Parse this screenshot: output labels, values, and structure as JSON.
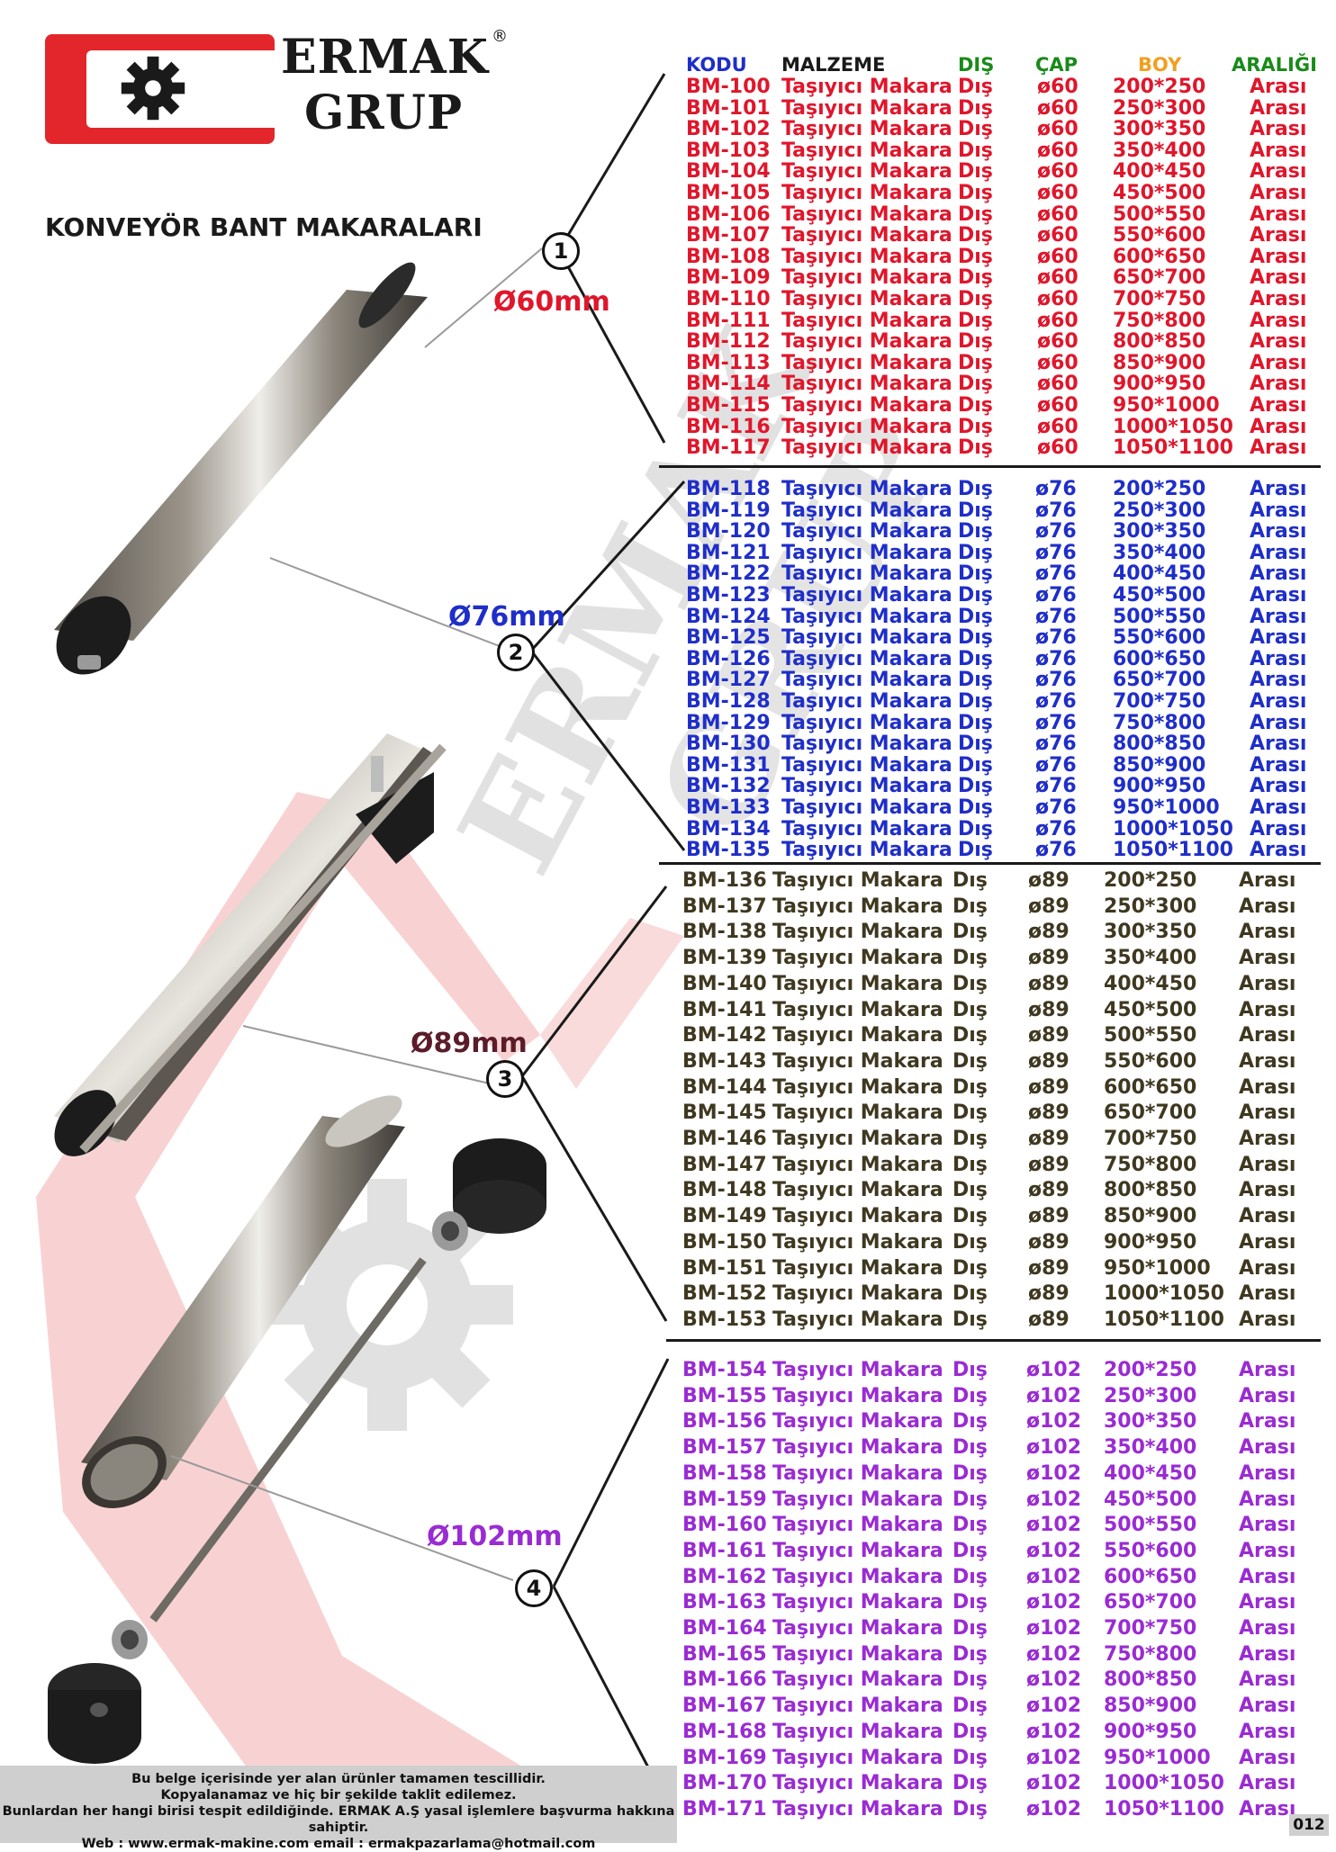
{
  "brand": {
    "line1": "ERMAK",
    "line2": "GRUP",
    "registered": "®"
  },
  "document_title": "KONVEYÖR BANT MAKARALARI",
  "header": {
    "kodu": "KODU",
    "malzeme": "MALZEME",
    "dis": "DIŞ",
    "cap": "ÇAP",
    "boy": "BOY",
    "araligi": "ARALIĞI"
  },
  "colors": {
    "red": "#e0162b",
    "blue": "#1f2ec9",
    "olive": "#3f3820",
    "purple": "#9a2bd3",
    "header_blue": "#1f2ec9",
    "header_green": "#1a8a1a",
    "header_orange": "#f0a020",
    "logo_red": "#e3262b"
  },
  "callouts": [
    {
      "number": "1",
      "diameter": "Ø60mm"
    },
    {
      "number": "2",
      "diameter": "Ø76mm"
    },
    {
      "number": "3",
      "diameter": "Ø89mm"
    },
    {
      "number": "4",
      "diameter": "Ø102mm"
    }
  ],
  "sections": [
    {
      "rows": [
        [
          "BM-100",
          "Taşıyıcı Makara",
          "Dış",
          "ø60",
          "200*250",
          "Arası"
        ],
        [
          "BM-101",
          "Taşıyıcı Makara",
          "Dış",
          "ø60",
          "250*300",
          "Arası"
        ],
        [
          "BM-102",
          "Taşıyıcı Makara",
          "Dış",
          "ø60",
          "300*350",
          "Arası"
        ],
        [
          "BM-103",
          "Taşıyıcı Makara",
          "Dış",
          "ø60",
          "350*400",
          "Arası"
        ],
        [
          "BM-104",
          "Taşıyıcı Makara",
          "Dış",
          "ø60",
          "400*450",
          "Arası"
        ],
        [
          "BM-105",
          "Taşıyıcı Makara",
          "Dış",
          "ø60",
          "450*500",
          "Arası"
        ],
        [
          "BM-106",
          "Taşıyıcı Makara",
          "Dış",
          "ø60",
          "500*550",
          "Arası"
        ],
        [
          "BM-107",
          "Taşıyıcı Makara",
          "Dış",
          "ø60",
          "550*600",
          "Arası"
        ],
        [
          "BM-108",
          "Taşıyıcı Makara",
          "Dış",
          "ø60",
          "600*650",
          "Arası"
        ],
        [
          "BM-109",
          "Taşıyıcı Makara",
          "Dış",
          "ø60",
          "650*700",
          "Arası"
        ],
        [
          "BM-110",
          "Taşıyıcı Makara",
          "Dış",
          "ø60",
          "700*750",
          "Arası"
        ],
        [
          "BM-111",
          "Taşıyıcı Makara",
          "Dış",
          "ø60",
          "750*800",
          "Arası"
        ],
        [
          "BM-112",
          "Taşıyıcı Makara",
          "Dış",
          "ø60",
          "800*850",
          "Arası"
        ],
        [
          "BM-113",
          "Taşıyıcı Makara",
          "Dış",
          "ø60",
          "850*900",
          "Arası"
        ],
        [
          "BM-114",
          "Taşıyıcı Makara",
          "Dış",
          "ø60",
          "900*950",
          "Arası"
        ],
        [
          "BM-115",
          "Taşıyıcı Makara",
          "Dış",
          "ø60",
          "950*1000",
          "Arası"
        ],
        [
          "BM-116",
          "Taşıyıcı Makara",
          "Dış",
          "ø60",
          "1000*1050",
          "Arası"
        ],
        [
          "BM-117",
          "Taşıyıcı Makara",
          "Dış",
          "ø60",
          "1050*1100",
          "Arası"
        ]
      ]
    },
    {
      "rows": [
        [
          "BM-118",
          "Taşıyıcı Makara",
          "Dış",
          "ø76",
          "200*250",
          "Arası"
        ],
        [
          "BM-119",
          "Taşıyıcı Makara",
          "Dış",
          "ø76",
          "250*300",
          "Arası"
        ],
        [
          "BM-120",
          "Taşıyıcı Makara",
          "Dış",
          "ø76",
          "300*350",
          "Arası"
        ],
        [
          "BM-121",
          "Taşıyıcı Makara",
          "Dış",
          "ø76",
          "350*400",
          "Arası"
        ],
        [
          "BM-122",
          "Taşıyıcı Makara",
          "Dış",
          "ø76",
          "400*450",
          "Arası"
        ],
        [
          "BM-123",
          "Taşıyıcı Makara",
          "Dış",
          "ø76",
          "450*500",
          "Arası"
        ],
        [
          "BM-124",
          "Taşıyıcı Makara",
          "Dış",
          "ø76",
          "500*550",
          "Arası"
        ],
        [
          "BM-125",
          "Taşıyıcı Makara",
          "Dış",
          "ø76",
          "550*600",
          "Arası"
        ],
        [
          "BM-126",
          "Taşıyıcı Makara",
          "Dış",
          "ø76",
          "600*650",
          "Arası"
        ],
        [
          "BM-127",
          "Taşıyıcı Makara",
          "Dış",
          "ø76",
          "650*700",
          "Arası"
        ],
        [
          "BM-128",
          "Taşıyıcı Makara",
          "Dış",
          "ø76",
          "700*750",
          "Arası"
        ],
        [
          "BM-129",
          "Taşıyıcı Makara",
          "Dış",
          "ø76",
          "750*800",
          "Arası"
        ],
        [
          "BM-130",
          "Taşıyıcı Makara",
          "Dış",
          "ø76",
          "800*850",
          "Arası"
        ],
        [
          "BM-131",
          "Taşıyıcı Makara",
          "Dış",
          "ø76",
          "850*900",
          "Arası"
        ],
        [
          "BM-132",
          "Taşıyıcı Makara",
          "Dış",
          "ø76",
          "900*950",
          "Arası"
        ],
        [
          "BM-133",
          "Taşıyıcı Makara",
          "Dış",
          "ø76",
          "950*1000",
          "Arası"
        ],
        [
          "BM-134",
          "Taşıyıcı Makara",
          "Dış",
          "ø76",
          "1000*1050",
          "Arası"
        ],
        [
          "BM-135",
          "Taşıyıcı Makara",
          "Dış",
          "ø76",
          "1050*1100",
          "Arası"
        ]
      ]
    },
    {
      "rows": [
        [
          "BM-136",
          "Taşıyıcı Makara",
          "Dış",
          "ø89",
          "200*250",
          "Arası"
        ],
        [
          "BM-137",
          "Taşıyıcı Makara",
          "Dış",
          "ø89",
          "250*300",
          "Arası"
        ],
        [
          "BM-138",
          "Taşıyıcı Makara",
          "Dış",
          "ø89",
          "300*350",
          "Arası"
        ],
        [
          "BM-139",
          "Taşıyıcı Makara",
          "Dış",
          "ø89",
          "350*400",
          "Arası"
        ],
        [
          "BM-140",
          "Taşıyıcı Makara",
          "Dış",
          "ø89",
          "400*450",
          "Arası"
        ],
        [
          "BM-141",
          "Taşıyıcı Makara",
          "Dış",
          "ø89",
          "450*500",
          "Arası"
        ],
        [
          "BM-142",
          "Taşıyıcı Makara",
          "Dış",
          "ø89",
          "500*550",
          "Arası"
        ],
        [
          "BM-143",
          "Taşıyıcı Makara",
          "Dış",
          "ø89",
          "550*600",
          "Arası"
        ],
        [
          "BM-144",
          "Taşıyıcı Makara",
          "Dış",
          "ø89",
          "600*650",
          "Arası"
        ],
        [
          "BM-145",
          "Taşıyıcı Makara",
          "Dış",
          "ø89",
          "650*700",
          "Arası"
        ],
        [
          "BM-146",
          "Taşıyıcı Makara",
          "Dış",
          "ø89",
          "700*750",
          "Arası"
        ],
        [
          "BM-147",
          "Taşıyıcı Makara",
          "Dış",
          "ø89",
          "750*800",
          "Arası"
        ],
        [
          "BM-148",
          "Taşıyıcı Makara",
          "Dış",
          "ø89",
          "800*850",
          "Arası"
        ],
        [
          "BM-149",
          "Taşıyıcı Makara",
          "Dış",
          "ø89",
          "850*900",
          "Arası"
        ],
        [
          "BM-150",
          "Taşıyıcı Makara",
          "Dış",
          "ø89",
          "900*950",
          "Arası"
        ],
        [
          "BM-151",
          "Taşıyıcı Makara",
          "Dış",
          "ø89",
          "950*1000",
          "Arası"
        ],
        [
          "BM-152",
          "Taşıyıcı Makara",
          "Dış",
          "ø89",
          "1000*1050",
          "Arası"
        ],
        [
          "BM-153",
          "Taşıyıcı Makara",
          "Dış",
          "ø89",
          "1050*1100",
          "Arası"
        ]
      ]
    },
    {
      "rows": [
        [
          "BM-154",
          "Taşıyıcı Makara",
          "Dış",
          "ø102",
          "200*250",
          "Arası"
        ],
        [
          "BM-155",
          "Taşıyıcı Makara",
          "Dış",
          "ø102",
          "250*300",
          "Arası"
        ],
        [
          "BM-156",
          "Taşıyıcı Makara",
          "Dış",
          "ø102",
          "300*350",
          "Arası"
        ],
        [
          "BM-157",
          "Taşıyıcı Makara",
          "Dış",
          "ø102",
          "350*400",
          "Arası"
        ],
        [
          "BM-158",
          "Taşıyıcı Makara",
          "Dış",
          "ø102",
          "400*450",
          "Arası"
        ],
        [
          "BM-159",
          "Taşıyıcı Makara",
          "Dış",
          "ø102",
          "450*500",
          "Arası"
        ],
        [
          "BM-160",
          "Taşıyıcı Makara",
          "Dış",
          "ø102",
          "500*550",
          "Arası"
        ],
        [
          "BM-161",
          "Taşıyıcı Makara",
          "Dış",
          "ø102",
          "550*600",
          "Arası"
        ],
        [
          "BM-162",
          "Taşıyıcı Makara",
          "Dış",
          "ø102",
          "600*650",
          "Arası"
        ],
        [
          "BM-163",
          "Taşıyıcı Makara",
          "Dış",
          "ø102",
          "650*700",
          "Arası"
        ],
        [
          "BM-164",
          "Taşıyıcı Makara",
          "Dış",
          "ø102",
          "700*750",
          "Arası"
        ],
        [
          "BM-165",
          "Taşıyıcı Makara",
          "Dış",
          "ø102",
          "750*800",
          "Arası"
        ],
        [
          "BM-166",
          "Taşıyıcı Makara",
          "Dış",
          "ø102",
          "800*850",
          "Arası"
        ],
        [
          "BM-167",
          "Taşıyıcı Makara",
          "Dış",
          "ø102",
          "850*900",
          "Arası"
        ],
        [
          "BM-168",
          "Taşıyıcı Makara",
          "Dış",
          "ø102",
          "900*950",
          "Arası"
        ],
        [
          "BM-169",
          "Taşıyıcı Makara",
          "Dış",
          "ø102",
          "950*1000",
          "Arası"
        ],
        [
          "BM-170",
          "Taşıyıcı Makara",
          "Dış",
          "ø102",
          "1000*1050",
          "Arası"
        ],
        [
          "BM-171",
          "Taşıyıcı Makara",
          "Dış",
          "ø102",
          "1050*1100",
          "Arası"
        ]
      ]
    }
  ],
  "footer": {
    "line1": "Bu belge içerisinde yer alan ürünler tamamen tescillidir.",
    "line2": "Kopyalanamaz ve hiç bir şekilde taklit edilemez.",
    "line3": "Bunlardan her hangi birisi tespit edildiğinde. ERMAK A.Ş yasal işlemlere başvurma hakkına sahiptir.",
    "line4": "Web : www.ermak-makine.com  email : ermakpazarlama@hotmail.com"
  },
  "page_number": "012"
}
